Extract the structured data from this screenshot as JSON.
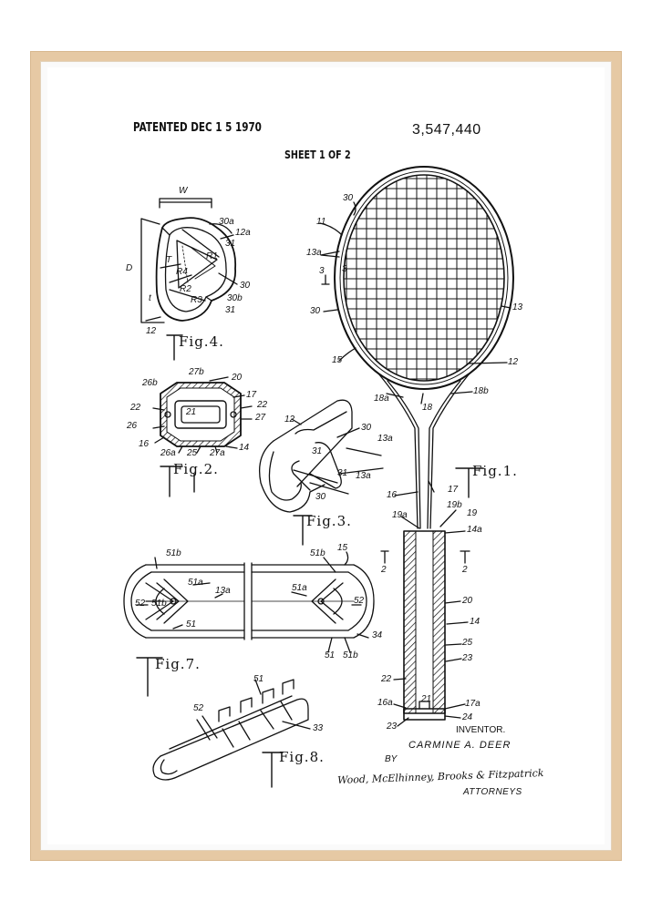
{
  "header": {
    "patented": "PATENTED DEC 1 5 1970",
    "patent_number": "3,547,440",
    "sheet": "SHEET 1 OF 2"
  },
  "figures": {
    "fig1": "Fig.1.",
    "fig2": "Fig.2.",
    "fig3": "Fig.3.",
    "fig4": "Fig.4.",
    "fig7": "Fig.7.",
    "fig8": "Fig.8."
  },
  "section_marks": {
    "mark3_left": "3",
    "mark3_right": "3",
    "mark2_left": "2",
    "mark2_right": "2"
  },
  "labels": {
    "l11": "11",
    "l30a_top": "30",
    "l13a": "13a",
    "l30_side": "30",
    "l13": "13",
    "l15": "15",
    "l12": "12",
    "l18a": "18a",
    "l18": "18",
    "l18b": "18b",
    "l17": "17",
    "l16": "16",
    "l19a": "19a",
    "l19b": "19b",
    "l19": "19",
    "l14a": "14a",
    "l20": "20",
    "l14": "14",
    "l25": "25",
    "l23": "23",
    "l22": "22",
    "l16a": "16a",
    "l21": "21",
    "l17a": "17a",
    "l23b": "23",
    "l24": "24",
    "f4_W": "W",
    "f4_D": "D",
    "f4_T": "T",
    "f4_t": "t",
    "f4_30a": "30a",
    "f4_12a": "12a",
    "f4_31": "31",
    "f4_R1": "R1",
    "f4_R4": "R4",
    "f4_R2": "R2",
    "f4_R3": "R3",
    "f4_30": "30",
    "f4_30b": "30b",
    "f4_31b": "31",
    "f4_12": "12",
    "f2_26b": "26b",
    "f2_27b": "27b",
    "f2_20": "20",
    "f2_17": "17",
    "f2_22a": "22",
    "f2_22b": "22",
    "f2_21": "21",
    "f2_26": "26",
    "f2_27": "27",
    "f2_16": "16",
    "f2_26a": "26a",
    "f2_25": "25",
    "f2_27a": "27a",
    "f2_14": "14",
    "f3_12": "12",
    "f3_30": "30",
    "f3_13a": "13a",
    "f3_31": "31",
    "f3_13a_b": "13a",
    "f3_30b": "30",
    "f3_31b": "31",
    "f7_51b_l": "51b",
    "f7_51b_r": "51b",
    "f7_15": "15",
    "f7_51a_l": "51a",
    "f7_13a": "13a",
    "f7_51a_r": "51a",
    "f7_52_l": "52",
    "f7_51b_m": "51b",
    "f7_52_r": "52",
    "f7_51": "51",
    "f7_34": "34",
    "f7_51_r": "51",
    "f7_51b_b": "51b",
    "f8_51": "51",
    "f8_52": "52",
    "f8_33": "33"
  },
  "inventor": {
    "title": "INVENTOR.",
    "name": "CARMINE A. DEER",
    "by": "BY",
    "signature": "Wood, McElhinney, Brooks & Fitzpatrick",
    "attorneys": "ATTORNEYS"
  },
  "colors": {
    "frame": "#e6c9a4",
    "ink": "#111111",
    "paper": "#ffffff"
  }
}
